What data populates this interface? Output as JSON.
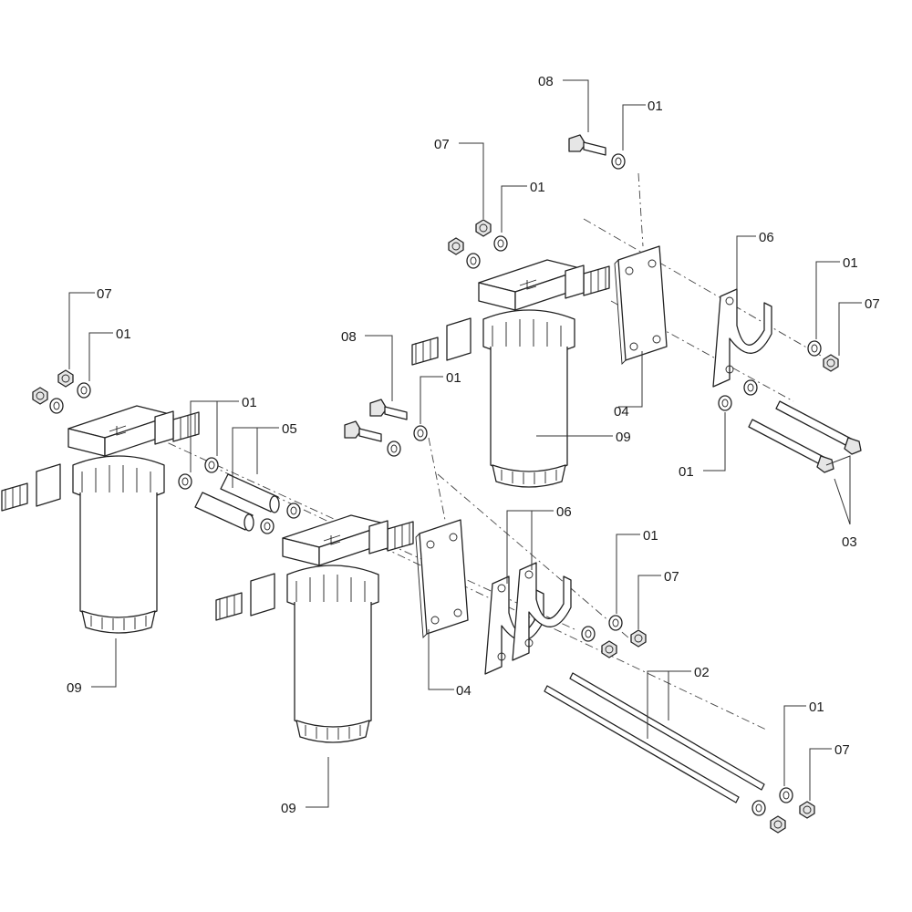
{
  "callouts": {
    "c_08_top": "08",
    "c_01_top": "01",
    "c_07_a": "07",
    "c_01_a": "01",
    "c_06_right": "06",
    "c_01_right": "01",
    "c_07_right": "07",
    "c_07_left": "07",
    "c_01_left": "01",
    "c_08_mid": "08",
    "c_01_mid": "01",
    "c_01_mid2": "01",
    "c_05": "05",
    "c_09_right": "09",
    "c_04_right": "04",
    "c_01_bolts": "01",
    "c_03": "03",
    "c_06_mid": "06",
    "c_01_mid3": "01",
    "c_07_mid": "07",
    "c_09_left": "09",
    "c_04_mid": "04",
    "c_02": "02",
    "c_01_bottom": "01",
    "c_07_bottom": "07",
    "c_09_bottom": "09"
  }
}
